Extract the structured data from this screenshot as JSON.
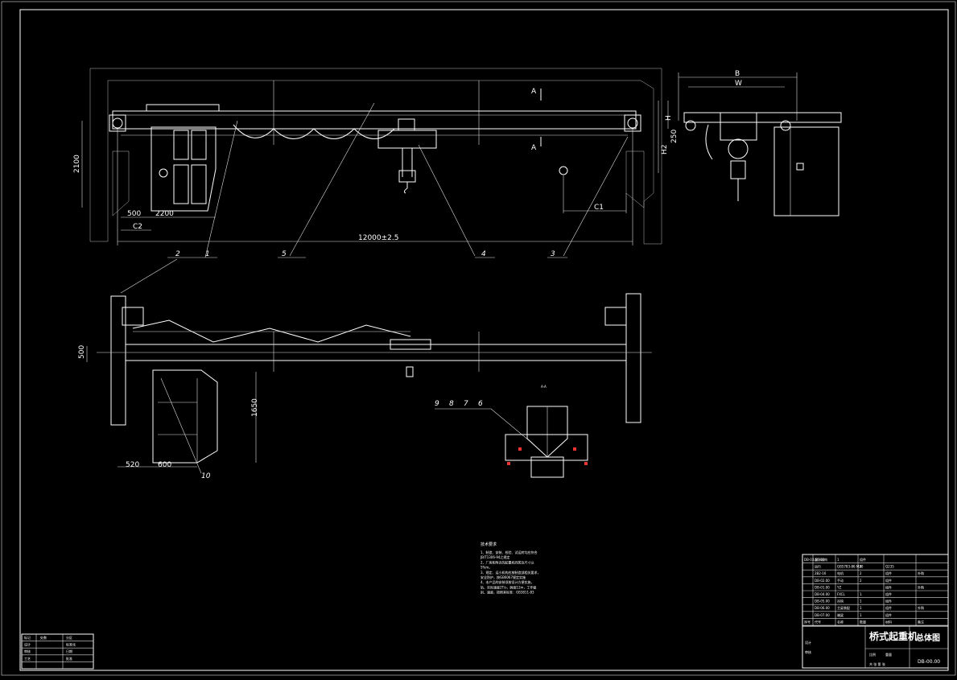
{
  "drawing": {
    "title_cn": "桥式起重机",
    "sheet_title": "总体图",
    "drawing_no": "DB-00.00",
    "section_label": "A-A",
    "section_mark": "A"
  },
  "dimensions": {
    "span": "12000±2.5",
    "height_left": "2100",
    "d_500_top": "500",
    "d_2200": "2200",
    "c2": "C2",
    "c1": "C1",
    "h": "H",
    "h2": "H2",
    "d_250": "250",
    "b": "B",
    "w": "W",
    "d_500_side": "500",
    "d_1650": "1650",
    "d_520": "520",
    "d_600": "600"
  },
  "balloons": {
    "b1": "1",
    "b2": "2",
    "b3": "3",
    "b4": "4",
    "b5": "5",
    "b6": "6",
    "b7": "7",
    "b8": "8",
    "b9": "9",
    "b10": "10"
  },
  "notes": {
    "title": "技术要求",
    "lines": [
      "1、制造、安装、检验、试运转均应符合",
      "JB/T1306-94之规定",
      "2、厂房和附近的起重机同类及尺寸以",
      "5%m。",
      "3、规定、运小机构应按制造部相关要求，",
      "安全防护，按GB6067规定实施",
      "4、本产品的安装须按设计方便实施，",
      "轨、实际速度2T/s，跨度12m，工作级",
      "别、速度，按照其标准：GB3811-83"
    ]
  },
  "title_block": {
    "rows": [
      [
        "DB-03.00.00",
        "起升机构",
        "1",
        "组件",
        "",
        ""
      ],
      [
        "",
        "运行",
        "GB5783-86 M20",
        "4",
        "Q235",
        ""
      ],
      [
        "",
        "2B2-16",
        "电机",
        "2",
        "组件",
        "外购"
      ],
      [
        "",
        "DB-02.00",
        "手动",
        "2",
        "组件",
        ""
      ],
      [
        "",
        "DB-01.00",
        "YZ",
        "",
        "组件",
        "外购"
      ],
      [
        "",
        "DB-04.00",
        "FXCL",
        "1",
        "组件",
        ""
      ],
      [
        "",
        "DB-05.00",
        "吊钩",
        "1",
        "组件",
        ""
      ],
      [
        "",
        "DB-06.00",
        "主梁装配",
        "1",
        "组件",
        "外购"
      ],
      [
        "",
        "DB-07.00",
        "端梁",
        "1",
        "组件",
        ""
      ]
    ],
    "header": [
      "序号",
      "代号",
      "名称",
      "数量",
      "材料",
      "备注"
    ],
    "design": "设计",
    "check": "审核",
    "ratio": "比例",
    "weight": "重量",
    "sheets": "共 张 第 张"
  },
  "revision_table": {
    "rows": [
      [
        "标记",
        "处数",
        "分区"
      ],
      [
        "设计",
        "",
        "标准化"
      ],
      [
        "审核",
        "",
        "日期"
      ],
      [
        "工艺",
        "",
        "批准"
      ],
      [
        "",
        "",
        ""
      ]
    ]
  }
}
